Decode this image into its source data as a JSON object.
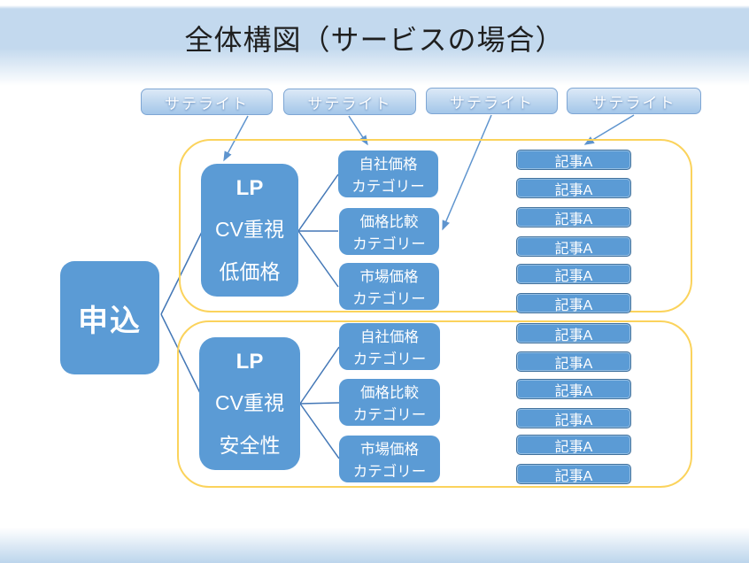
{
  "slide": {
    "title": "全体構図（サービスの場合）"
  },
  "satellites": [
    {
      "label": "サテライト"
    },
    {
      "label": "サテライト"
    },
    {
      "label": "サテライト"
    },
    {
      "label": "サテライト"
    }
  ],
  "entry": {
    "label": "申込"
  },
  "groups": [
    {
      "lp": {
        "title": "LP",
        "line2": "CV重視",
        "line3": "低価格"
      },
      "categories": [
        {
          "line1": "自社価格",
          "line2": "カテゴリー"
        },
        {
          "line1": "価格比較",
          "line2": "カテゴリー"
        },
        {
          "line1": "市場価格",
          "line2": "カテゴリー"
        }
      ],
      "articles": [
        "記事A",
        "記事A",
        "記事A",
        "記事A",
        "記事A",
        "記事A"
      ]
    },
    {
      "lp": {
        "title": "LP",
        "line2": "CV重視",
        "line3": "安全性"
      },
      "categories": [
        {
          "line1": "自社価格",
          "line2": "カテゴリー"
        },
        {
          "line1": "価格比較",
          "line2": "カテゴリー"
        },
        {
          "line1": "市場価格",
          "line2": "カテゴリー"
        }
      ],
      "articles": [
        "記事A",
        "記事A",
        "記事A",
        "記事A",
        "記事A",
        "記事A"
      ]
    }
  ],
  "colors": {
    "node_blue": "#5b9bd5",
    "article_border": "#41719c",
    "group_border": "#fbd35c",
    "connector_blue": "#4377b6",
    "arrow_blue": "#5e94ce",
    "satellite_border": "#7ea6d4",
    "header_band": "#c3d9ee",
    "title_text": "#1f1f1f"
  }
}
